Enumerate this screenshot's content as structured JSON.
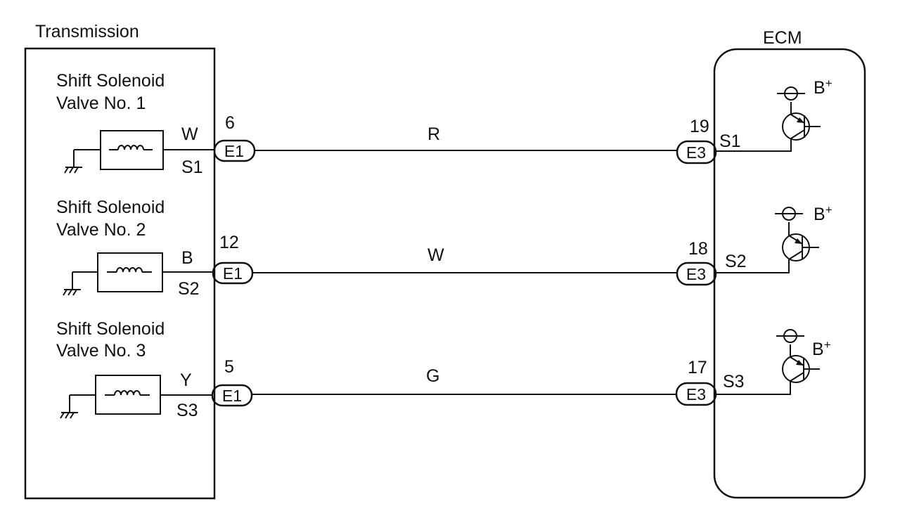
{
  "transmission": {
    "title": "Transmission"
  },
  "ecm": {
    "title": "ECM"
  },
  "circuits": [
    {
      "solenoid_line1": "Shift Solenoid",
      "solenoid_line2": "Valve No. 1",
      "wire_color_at_solenoid": "W",
      "terminal": "S1",
      "e1_pin": "6",
      "e1_connector": "E1",
      "harness_color": "R",
      "e3_pin": "19",
      "e3_connector": "E3",
      "ecm_terminal": "S1",
      "supply": "B+"
    },
    {
      "solenoid_line1": "Shift Solenoid",
      "solenoid_line2": "Valve No. 2",
      "wire_color_at_solenoid": "B",
      "terminal": "S2",
      "e1_pin": "12",
      "e1_connector": "E1",
      "harness_color": "W",
      "e3_pin": "18",
      "e3_connector": "E3",
      "ecm_terminal": "S2",
      "supply": "B+"
    },
    {
      "solenoid_line1": "Shift Solenoid",
      "solenoid_line2": "Valve No. 3",
      "wire_color_at_solenoid": "Y",
      "terminal": "S3",
      "e1_pin": "5",
      "e1_connector": "E1",
      "harness_color": "G",
      "e3_pin": "17",
      "e3_connector": "E3",
      "ecm_terminal": "S3",
      "supply": "B+"
    }
  ]
}
